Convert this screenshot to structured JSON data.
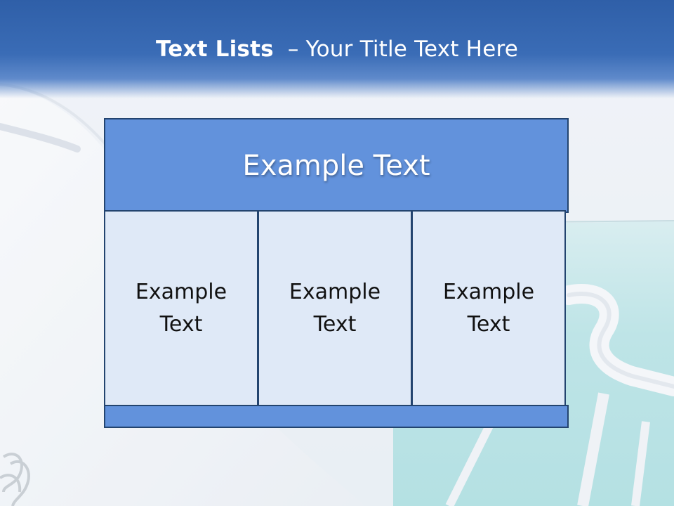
{
  "slide": {
    "title_bold": "Text Lists",
    "title_rest": "– Your Title Text Here"
  },
  "diagram": {
    "header": "Example Text",
    "columns": [
      {
        "line1": "Example",
        "line2": "Text"
      },
      {
        "line1": "Example",
        "line2": "Text"
      },
      {
        "line1": "Example",
        "line2": "Text"
      }
    ]
  },
  "colors": {
    "title_band": "#3a6cb6",
    "box_fill_dark": "#6292dc",
    "box_fill_light": "#dfe9f7",
    "box_border": "#23446f"
  }
}
